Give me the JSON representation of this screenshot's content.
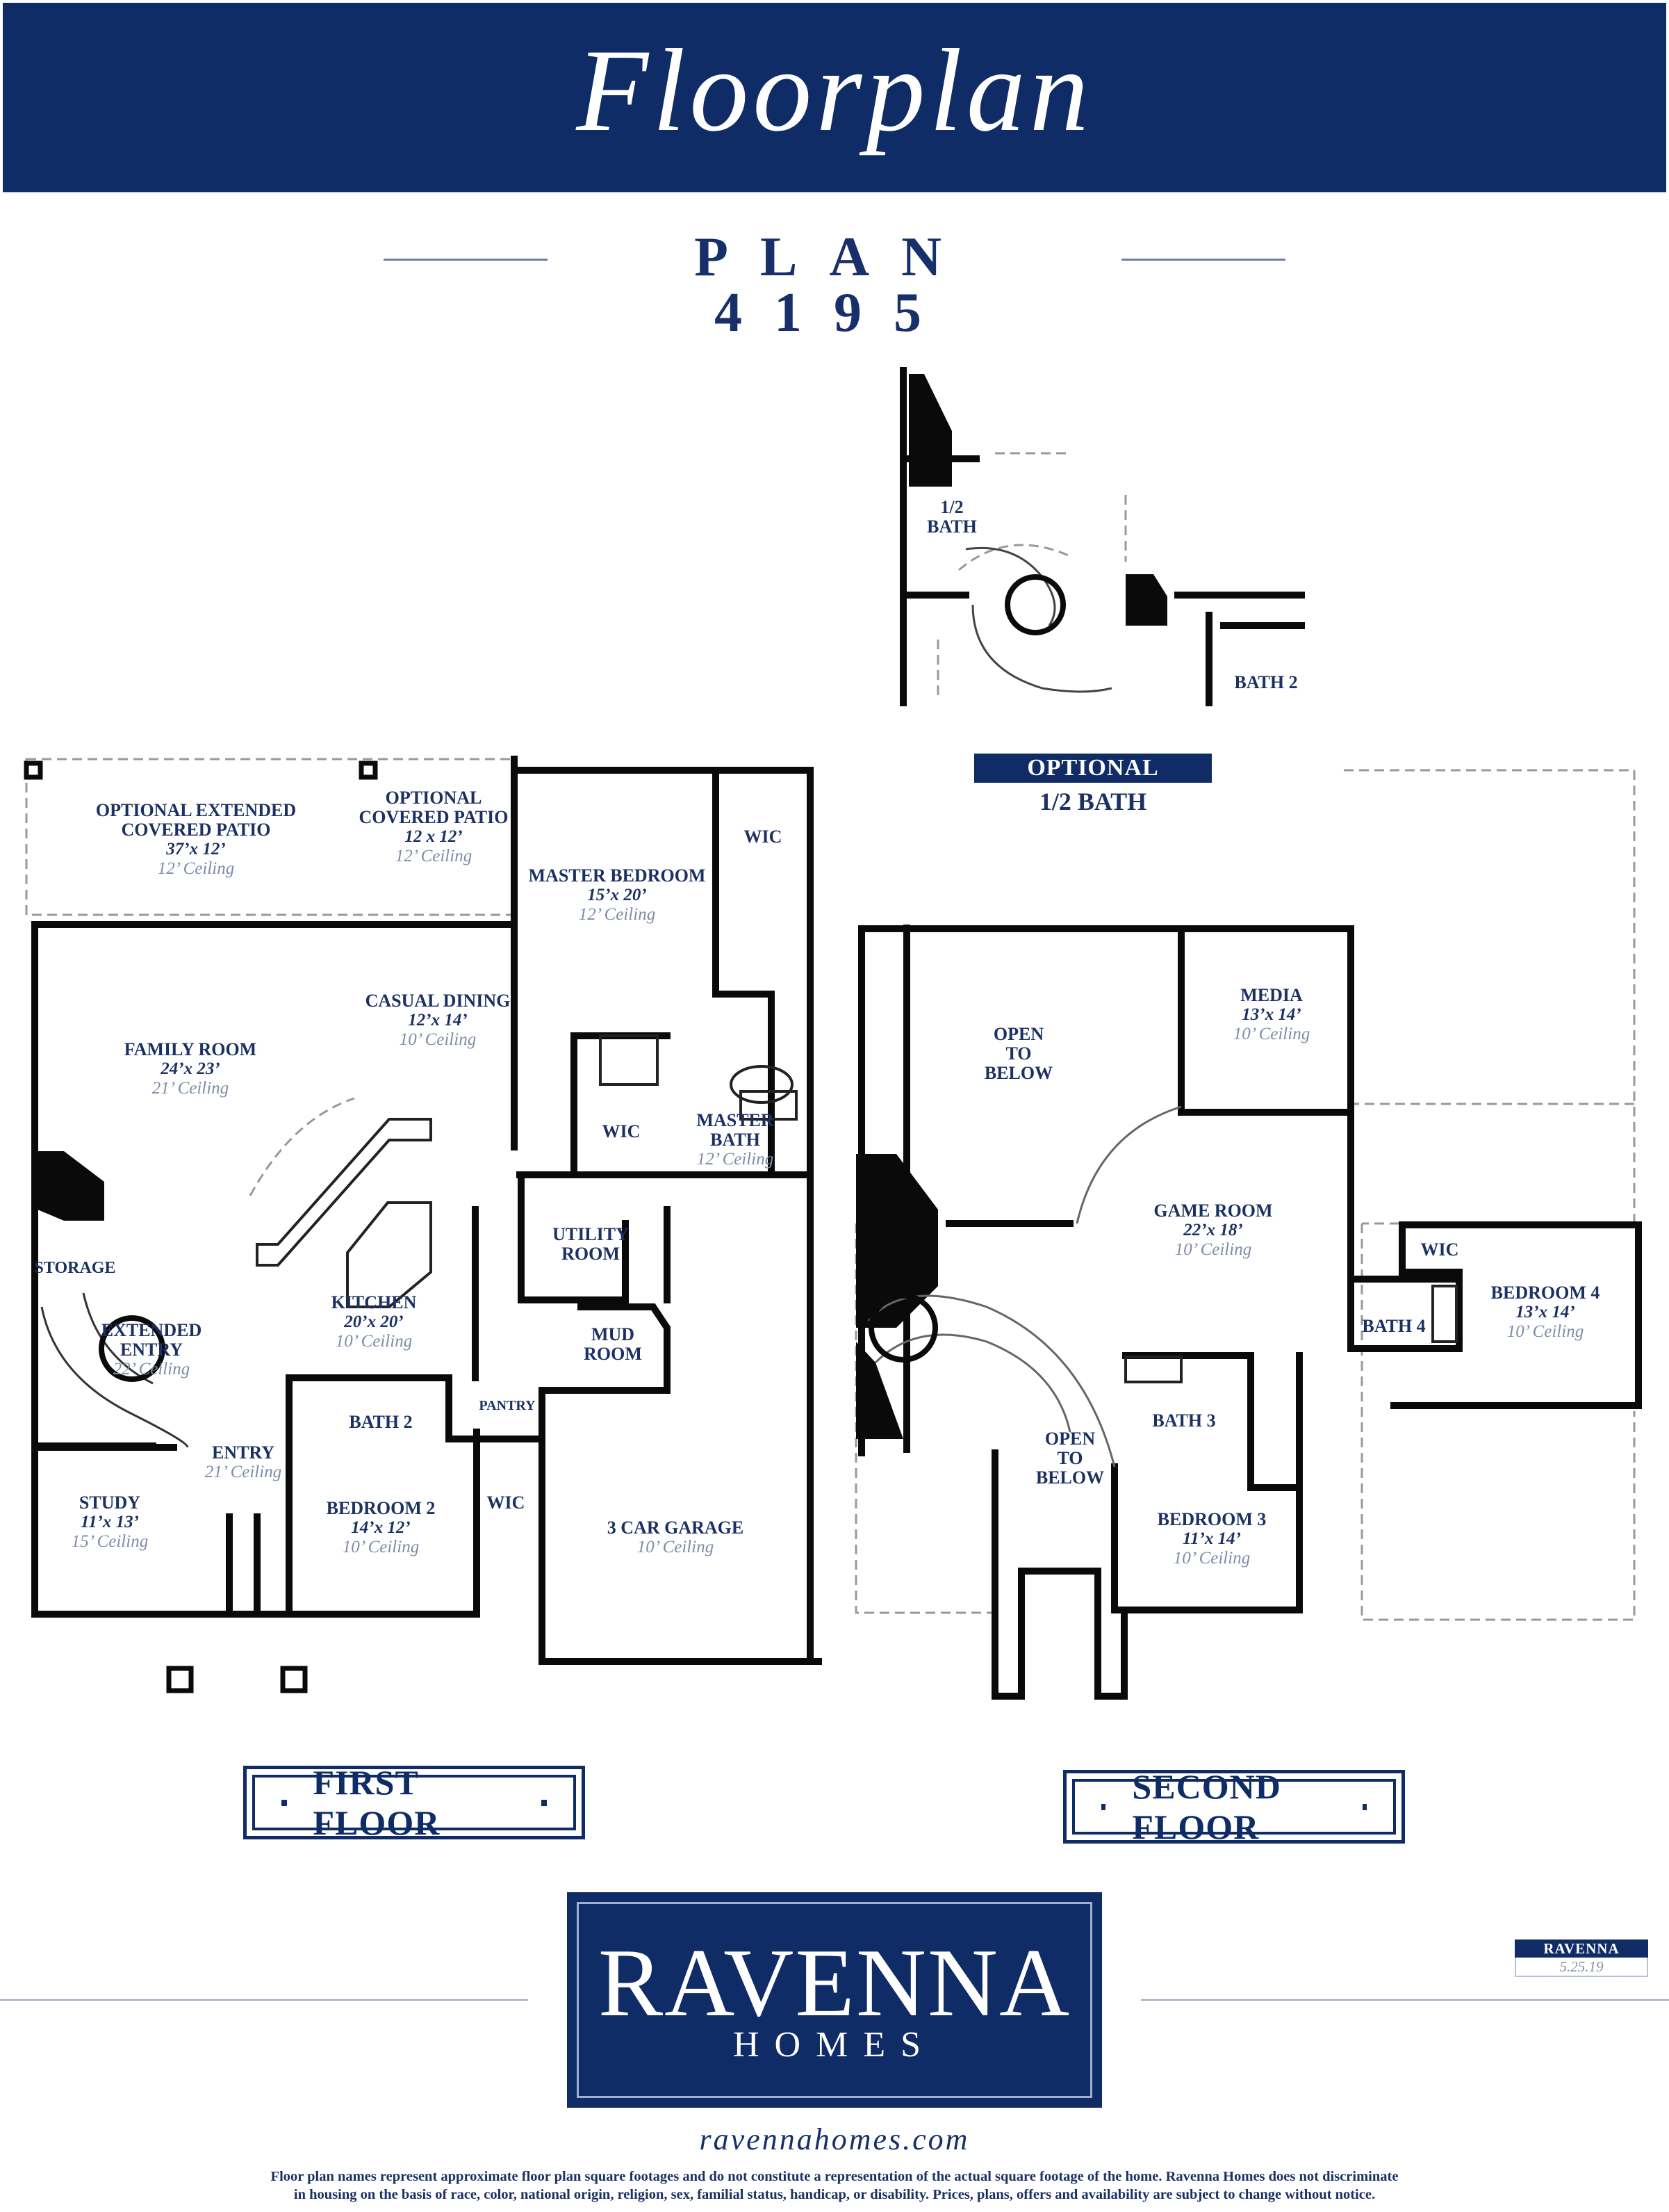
{
  "header": {
    "title": "Floorplan",
    "plan": "PLAN 4195"
  },
  "colors": {
    "navy": "#0f2c66",
    "wall": "#0a0a0a",
    "ceiling_text": "#7e8ca8"
  },
  "first_floor": {
    "label": "FIRST FLOOR",
    "rooms": {
      "opt_patio": {
        "name1": "OPTIONAL EXTENDED",
        "name2": "COVERED PATIO",
        "dim": "37’x 12’",
        "ceil": "12’ Ceiling"
      },
      "cov_patio": {
        "name1": "OPTIONAL",
        "name2": "COVERED PATIO",
        "dim": "12 x 12’",
        "ceil": "12’ Ceiling"
      },
      "master_bed": {
        "name": "MASTER BEDROOM",
        "dim": "15’x 20’",
        "ceil": "12’ Ceiling"
      },
      "wic_master": {
        "name": "WIC"
      },
      "family": {
        "name": "FAMILY ROOM",
        "dim": "24’x 23’",
        "ceil": "21’ Ceiling"
      },
      "casual": {
        "name": "CASUAL DINING",
        "dim": "12’x 14’",
        "ceil": "10’ Ceiling"
      },
      "wic2": {
        "name": "WIC"
      },
      "master_bath": {
        "name1": "MASTER",
        "name2": "BATH",
        "ceil": "12’ Ceiling"
      },
      "storage": {
        "name": "STORAGE"
      },
      "utility": {
        "name1": "UTILITY",
        "name2": "ROOM"
      },
      "kitchen": {
        "name": "KITCHEN",
        "dim": "20’x 20’",
        "ceil": "10’ Ceiling"
      },
      "ext_entry": {
        "name1": "EXTENDED",
        "name2": "ENTRY",
        "ceil": "22’ Ceiling"
      },
      "mud": {
        "name1": "MUD",
        "name2": "ROOM"
      },
      "bath2": {
        "name": "BATH 2"
      },
      "pantry": {
        "name": "PANTRY"
      },
      "entry": {
        "name": "ENTRY",
        "ceil": "21’ Ceiling"
      },
      "study": {
        "name": "STUDY",
        "dim": "11’x 13’",
        "ceil": "15’ Ceiling"
      },
      "bedroom2": {
        "name": "BEDROOM 2",
        "dim": "14’x 12’",
        "ceil": "10’ Ceiling"
      },
      "wic3": {
        "name": "WIC"
      },
      "garage": {
        "name": "3 CAR GARAGE",
        "ceil": "10’ Ceiling"
      }
    }
  },
  "optional": {
    "label": "OPTIONAL",
    "sub": "1/2 BATH",
    "rooms": {
      "half_bath": {
        "name1": "1/2",
        "name2": "BATH"
      },
      "bath2": {
        "name": "BATH 2"
      }
    }
  },
  "second_floor": {
    "label": "SECOND FLOOR",
    "rooms": {
      "open1": {
        "l1": "OPEN",
        "l2": "TO",
        "l3": "BELOW"
      },
      "media": {
        "name": "MEDIA",
        "dim": "13’x 14’",
        "ceil": "10’ Ceiling"
      },
      "game": {
        "name": "GAME ROOM",
        "dim": "22’x 18’",
        "ceil": "10’ Ceiling"
      },
      "wic": {
        "name": "WIC"
      },
      "bedroom4": {
        "name": "BEDROOM 4",
        "dim": "13’x 14’",
        "ceil": "10’ Ceiling"
      },
      "bath4": {
        "name": "BATH 4"
      },
      "bath3": {
        "name": "BATH 3"
      },
      "open2": {
        "l1": "OPEN",
        "l2": "TO",
        "l3": "BELOW"
      },
      "bedroom3": {
        "name": "BEDROOM 3",
        "dim": "11’x 14’",
        "ceil": "10’ Ceiling"
      }
    }
  },
  "logo": {
    "main": "RAVENNA",
    "sub": "HOMES"
  },
  "website": "ravennahomes.com",
  "version": {
    "name": "RAVENNA",
    "date": "5.25.19"
  },
  "disclaimer": {
    "line1": "Floor plan names represent approximate floor plan square footages and do not constitute a representation of the actual square footage of the home. Ravenna Homes does not discriminate",
    "line2": "in housing on the basis of race, color, national origin, religion, sex, familial status, handicap, or disability. Prices, plans, offers and availability are subject to change without notice."
  }
}
